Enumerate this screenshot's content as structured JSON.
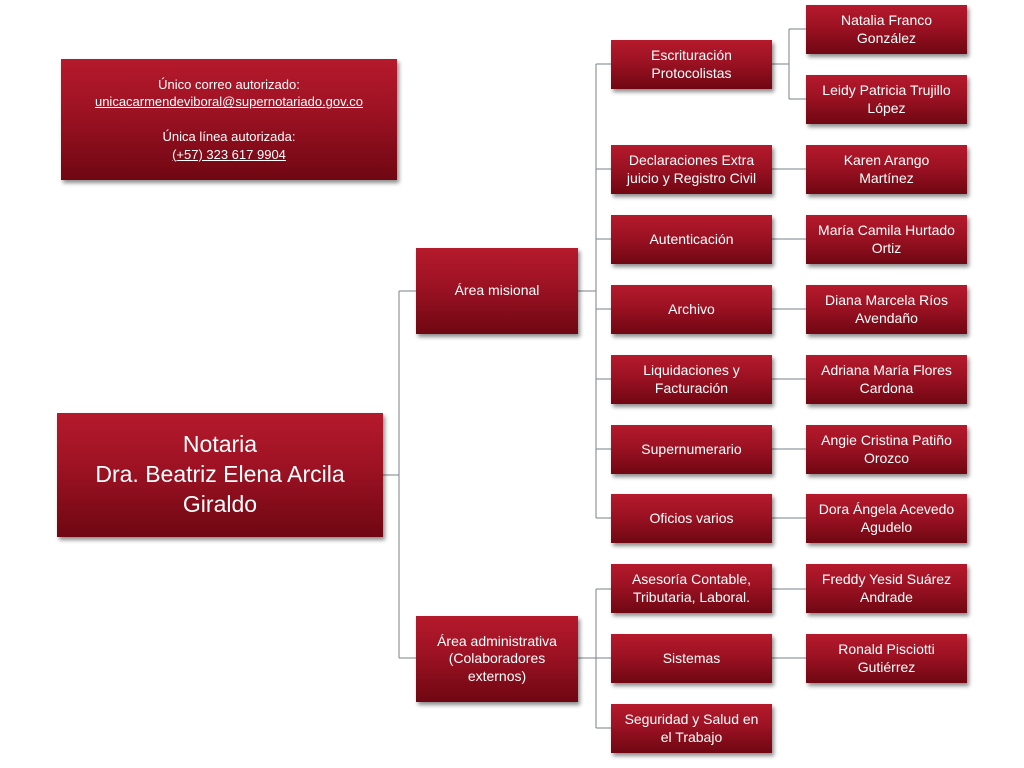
{
  "contact": {
    "email_label": "Único correo autorizado:",
    "email": "unicacarmendeviboral@supernotariado.gov.co",
    "phone_label": "Única línea autorizada:",
    "phone": "(+57) 323 617 9904"
  },
  "root": {
    "label": "Notaria\nDra. Beatriz Elena Arcila\nGiraldo"
  },
  "areas": [
    {
      "label": "Área misional",
      "units": [
        {
          "label": "Escrituración\nProtocolistas",
          "people": [
            "Natalia Franco\nGonzález",
            "Leidy Patricia Trujillo\nLópez"
          ]
        },
        {
          "label": "Declaraciones Extra\njuicio y Registro Civil",
          "people": [
            "Karen Arango\nMartínez"
          ]
        },
        {
          "label": "Autenticación",
          "people": [
            "María Camila Hurtado\nOrtiz"
          ]
        },
        {
          "label": "Archivo",
          "people": [
            "Diana Marcela Ríos\nAvendaño"
          ]
        },
        {
          "label": "Liquidaciones y\nFacturación",
          "people": [
            "Adriana María Flores\nCardona"
          ]
        },
        {
          "label": "Supernumerario",
          "people": [
            "Angie Cristina Patiño\nOrozco"
          ]
        },
        {
          "label": "Oficios varios",
          "people": [
            "Dora Ángela Acevedo\nAgudelo"
          ]
        }
      ]
    },
    {
      "label": "Área administrativa\n(Colaboradores\nexternos)",
      "units": [
        {
          "label": "Asesoría Contable,\nTributaria, Laboral.",
          "people": [
            "Freddy Yesid Suárez\nAndrade"
          ]
        },
        {
          "label": "Sistemas",
          "people": [
            "Ronald Pisciotti\nGutiérrez"
          ]
        },
        {
          "label": "Seguridad y Salud en\nel Trabajo",
          "people": []
        }
      ]
    }
  ]
}
